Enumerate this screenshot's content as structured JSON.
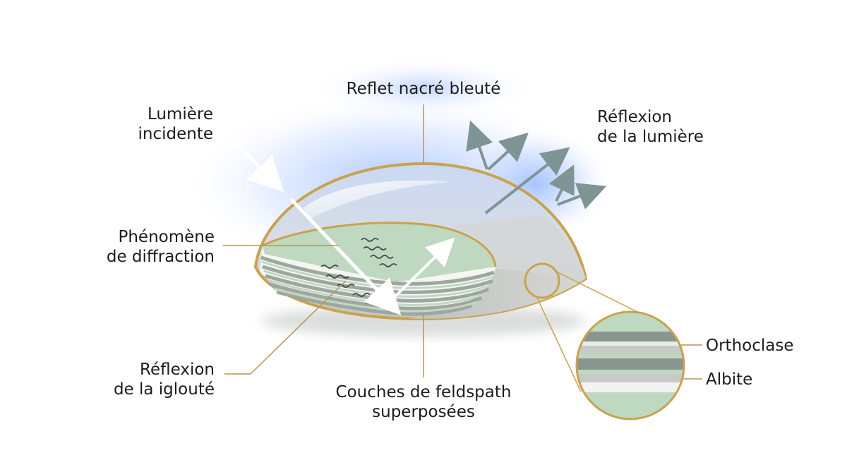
{
  "labels": {
    "blue_sheen": "Reflet nacré bleuté",
    "incident_light": [
      "Lumière",
      "incidente"
    ],
    "light_reflection": [
      "Réflexion",
      "de la lumière"
    ],
    "diffraction": [
      "Phénomène",
      "de diffraction"
    ],
    "reflection_iglou": [
      "Réflexion",
      "de la iglouté"
    ],
    "layers": [
      "Couches de feldspath",
      "superposées"
    ],
    "orthoclase": "Orthoclase",
    "albite": "Albite"
  },
  "colors": {
    "gold_outline": "#c9a24e",
    "glow_blue": "#9fc0ff",
    "layer_green": "#bfd9c0",
    "layer_white": "#f4f6f2",
    "arrow_gray": "#7f9494",
    "dome_gray": "#c9cbc8"
  }
}
